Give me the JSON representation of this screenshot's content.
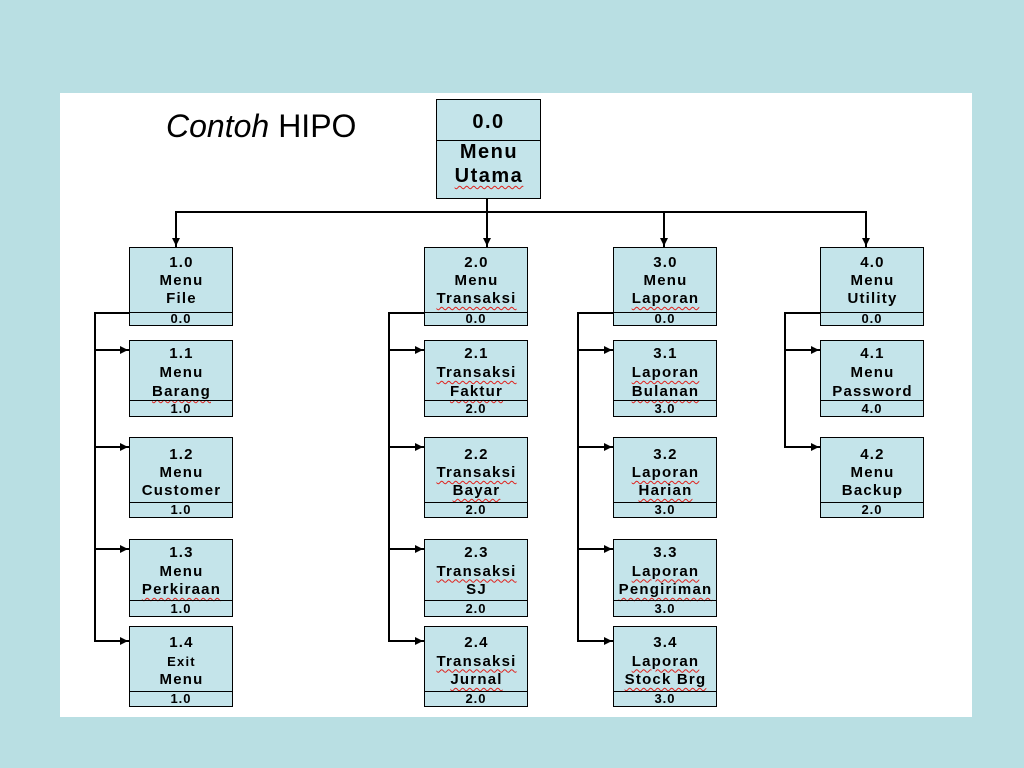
{
  "slide": {
    "title_italic": "Contoh",
    "title_rest": "HIPO"
  },
  "hipo": {
    "root": {
      "number": "0.0",
      "lines": [
        "Menu",
        "Utama"
      ]
    },
    "modules": [
      {
        "number": "1.0",
        "lines": [
          "Menu",
          "File"
        ],
        "ref": "0.0",
        "children": [
          {
            "number": "1.1",
            "lines": [
              "Menu",
              "Barang"
            ],
            "ref": "1.0"
          },
          {
            "number": "1.2",
            "lines": [
              "Menu",
              "Customer"
            ],
            "ref": "1.0"
          },
          {
            "number": "1.3",
            "lines": [
              "Menu",
              "Perkiraan"
            ],
            "ref": "1.0"
          },
          {
            "number": "1.4",
            "lines": [
              "Exit",
              "Menu"
            ],
            "ref": "1.0"
          }
        ]
      },
      {
        "number": "2.0",
        "lines": [
          "Menu",
          "Transaksi"
        ],
        "ref": "0.0",
        "children": [
          {
            "number": "2.1",
            "lines": [
              "Transaksi",
              "Faktur"
            ],
            "ref": "2.0"
          },
          {
            "number": "2.2",
            "lines": [
              "Transaksi",
              "Bayar"
            ],
            "ref": "2.0"
          },
          {
            "number": "2.3",
            "lines": [
              "Transaksi",
              "SJ"
            ],
            "ref": "2.0"
          },
          {
            "number": "2.4",
            "lines": [
              "Transaksi",
              "Jurnal"
            ],
            "ref": "2.0"
          }
        ]
      },
      {
        "number": "3.0",
        "lines": [
          "Menu",
          "Laporan"
        ],
        "ref": "0.0",
        "children": [
          {
            "number": "3.1",
            "lines": [
              "Laporan",
              "Bulanan"
            ],
            "ref": "3.0"
          },
          {
            "number": "3.2",
            "lines": [
              "Laporan",
              "Harian"
            ],
            "ref": "3.0"
          },
          {
            "number": "3.3",
            "lines": [
              "Laporan",
              "Pengiriman"
            ],
            "ref": "3.0"
          },
          {
            "number": "3.4",
            "lines": [
              "Laporan",
              "Stock Brg"
            ],
            "ref": "3.0"
          }
        ]
      },
      {
        "number": "4.0",
        "lines": [
          "Menu",
          "Utility"
        ],
        "ref": "0.0",
        "children": [
          {
            "number": "4.1",
            "lines": [
              "Menu",
              "Password"
            ],
            "ref": "4.0"
          },
          {
            "number": "4.2",
            "lines": [
              "Menu",
              "Backup"
            ],
            "ref": "2.0"
          }
        ]
      }
    ]
  },
  "colors": {
    "background": "#b9dfe3",
    "panel": "#ffffff",
    "box_fill": "#c4e4ea",
    "line": "#000000",
    "spellcheck_underline": "#e0201b"
  }
}
